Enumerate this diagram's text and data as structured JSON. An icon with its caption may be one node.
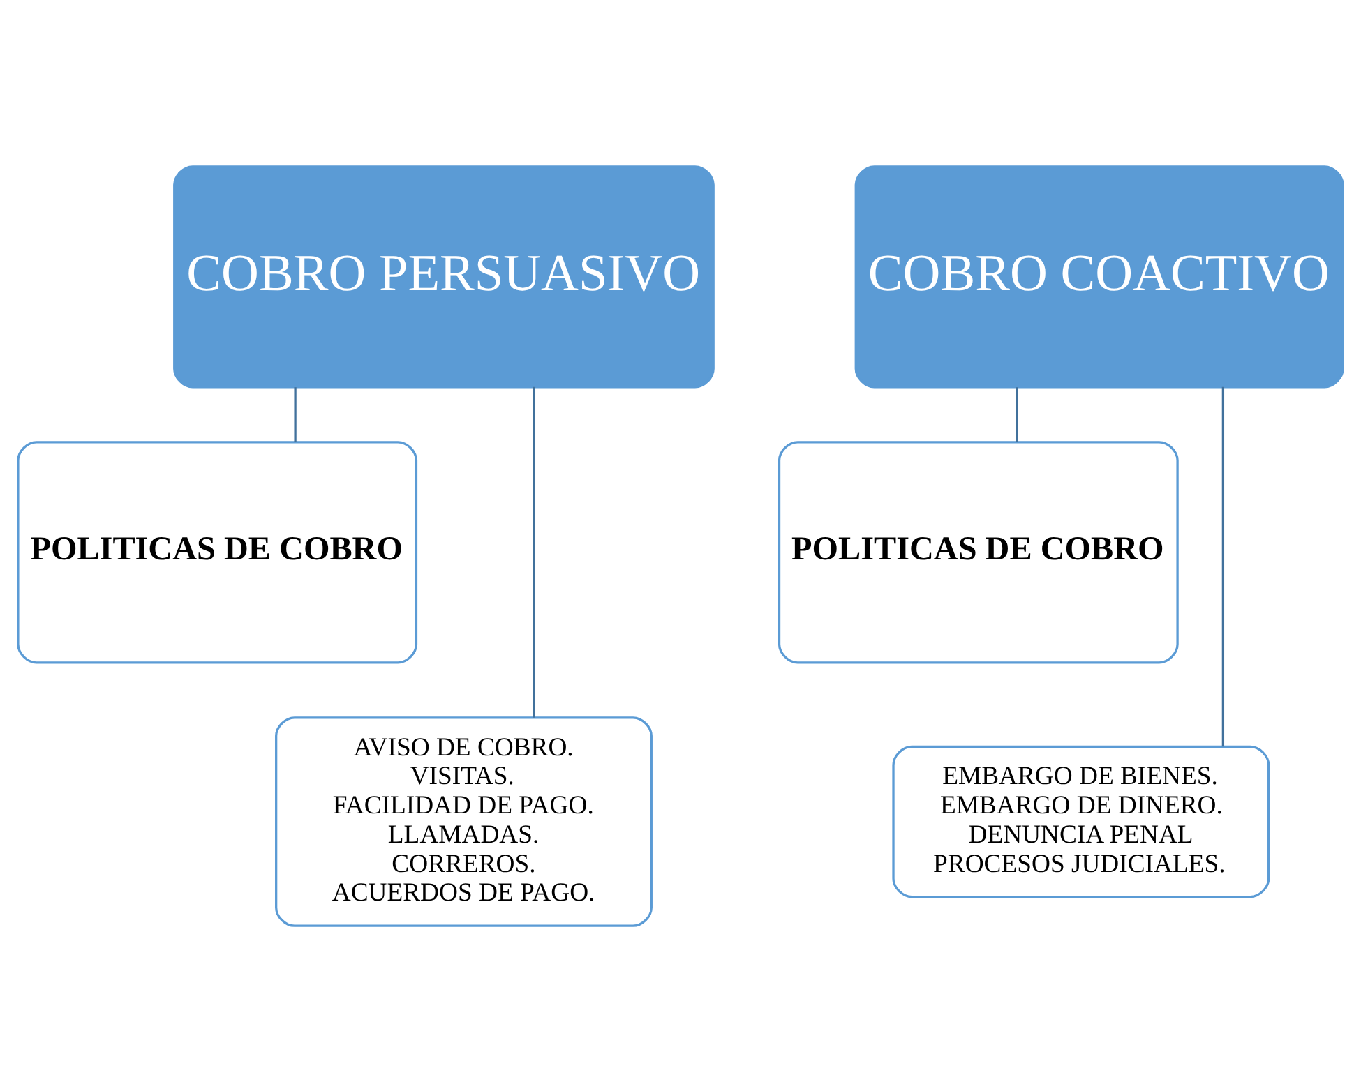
{
  "diagram": {
    "nodes": [
      {
        "text": [
          "COBRO PERSUASIVO"
        ]
      },
      {
        "text": [
          "POLITICAS DE COBRO"
        ]
      },
      {
        "text": [
          "AVISO DE COBRO.",
          "VISITAS.",
          "FACILIDAD DE PAGO.",
          "LLAMADAS.",
          "CORREROS.",
          "ACUERDOS DE PAGO."
        ]
      },
      {
        "text": [
          "COBRO COACTIVO"
        ]
      },
      {
        "text": [
          "POLITICAS DE COBRO"
        ]
      },
      {
        "text": [
          "EMBARGO DE BIENES.",
          "EMBARGO DE DINERO.",
          "DENUNCIA PENAL",
          "PROCESOS JUDICIALES."
        ]
      }
    ],
    "edges": [
      {
        "from": 0,
        "to": 1,
        "arrow": "none"
      },
      {
        "from": 0,
        "to": 2,
        "arrow": "none"
      },
      {
        "from": 3,
        "to": 4,
        "arrow": "none"
      },
      {
        "from": 3,
        "to": 5,
        "arrow": "none"
      }
    ]
  }
}
